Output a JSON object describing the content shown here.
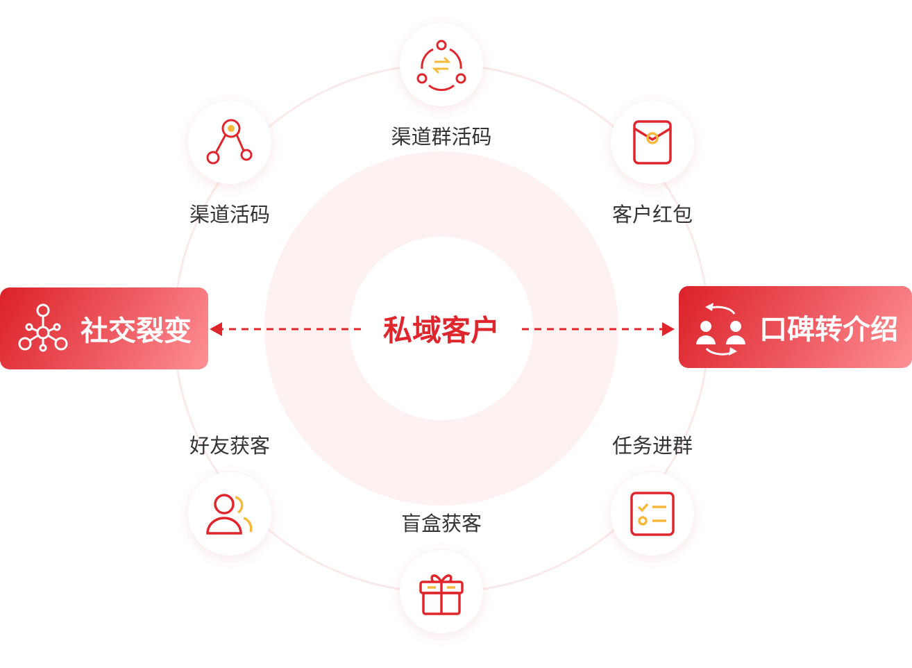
{
  "center_label": "私域客户",
  "left_card": {
    "label": "社交裂变",
    "icon": "network-icon"
  },
  "right_card": {
    "label": "口碑转介绍",
    "icon": "users-exchange-icon"
  },
  "nodes": [
    {
      "label": "渠道群活码",
      "icon": "group-exchange-icon"
    },
    {
      "label": "渠道活码",
      "icon": "branch-icon"
    },
    {
      "label": "客户红包",
      "icon": "red-envelope-icon"
    },
    {
      "label": "好友获客",
      "icon": "friends-icon"
    },
    {
      "label": "任务进群",
      "icon": "task-list-icon"
    },
    {
      "label": "盲盒获客",
      "icon": "gift-icon"
    }
  ],
  "colors": {
    "accent": "#e0262d",
    "secondary": "#f6b93b"
  }
}
